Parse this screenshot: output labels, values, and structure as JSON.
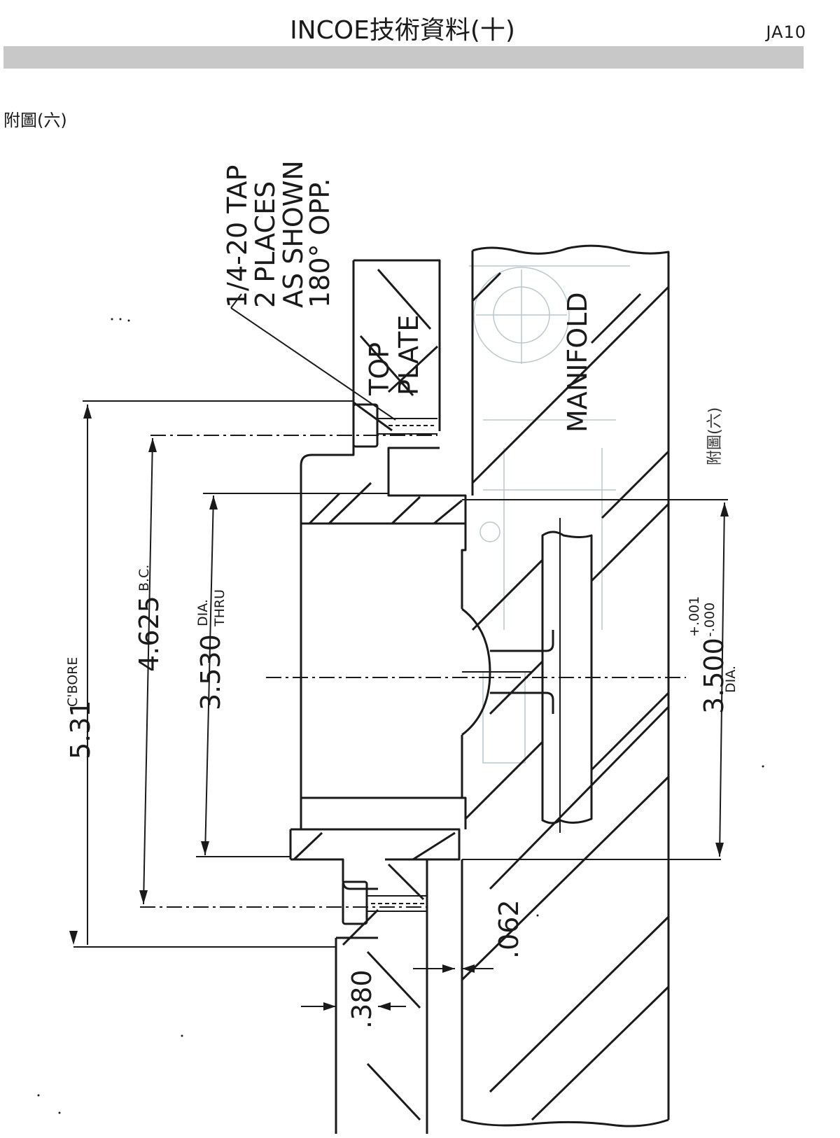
{
  "header": {
    "title": "INCOE技術資料(十)",
    "code": "JA10",
    "bar_color": "#c8c8c8"
  },
  "subtitle": "附圖(六)",
  "drawing": {
    "labels": {
      "top_plate_1": "TOP",
      "top_plate_2": "PLATE",
      "manifold": "MANIFOLD",
      "tap_1": "1/4-20 TAP",
      "tap_2": "2 PLACES",
      "tap_3": "AS SHOWN",
      "tap_4": "180° OPP.",
      "handwritten": "附圖(六)"
    },
    "dimensions": {
      "cbore_value": "5.31",
      "cbore_label": "C'BORE",
      "bc_value": "4.625",
      "bc_label": "B.C.",
      "thru_value": "3.530",
      "thru_label_1": "DIA.",
      "thru_label_2": "THRU",
      "dia_value": "3.500",
      "dia_tol_plus": "+.001",
      "dia_tol_minus": "-.000",
      "dia_label": "DIA.",
      "gap_value": ".062",
      "depth_value": ".380"
    }
  }
}
